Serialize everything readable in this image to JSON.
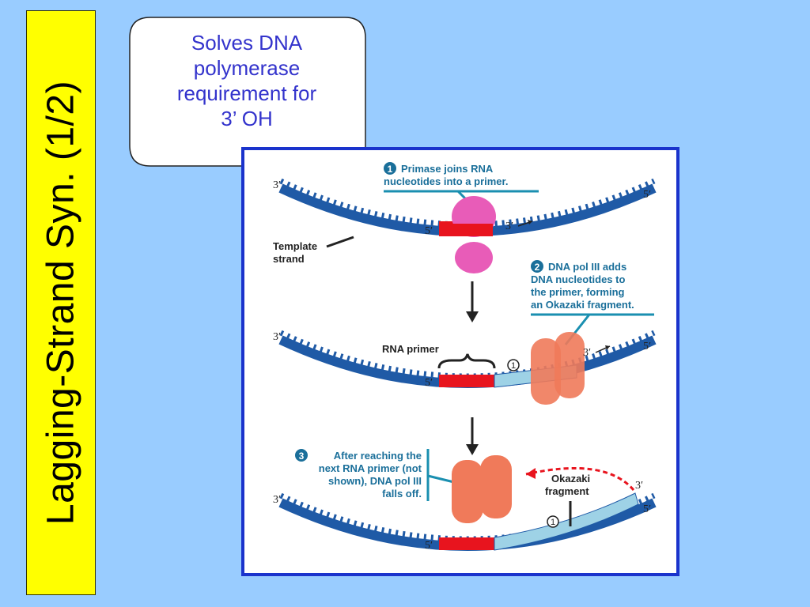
{
  "title": "Lagging-Strand Syn. (1/2)",
  "callout": {
    "lines": [
      "Solves DNA",
      "polymerase",
      "requirement for",
      "3’ OH"
    ]
  },
  "figure": {
    "steps": [
      {
        "number": "1",
        "lines": [
          "Primase joins RNA",
          "nucleotides into a primer."
        ]
      },
      {
        "number": "2",
        "lines": [
          "DNA pol III adds",
          "DNA nucleotides to",
          "the primer, forming",
          "an Okazaki fragment."
        ]
      },
      {
        "number": "3",
        "lines": [
          "After reaching the",
          "next RNA primer (not",
          "shown), DNA pol III",
          "falls off."
        ]
      }
    ],
    "labels": {
      "template_strand": [
        "Template",
        "strand"
      ],
      "rna_primer": "RNA primer",
      "okazaki_fragment": [
        "Okazaki",
        "fragment"
      ],
      "fragment_marker": "1",
      "three_prime": "3′",
      "five_prime": "5′"
    },
    "colors": {
      "template": "#1f5aa6",
      "primer": "#e8141e",
      "dna_new": "#9ed2e6",
      "primase": "#e85cb8",
      "polymerase": "#f07a5a",
      "step_text": "#1a6f9a",
      "arrow_dash": "#e8141e"
    }
  }
}
